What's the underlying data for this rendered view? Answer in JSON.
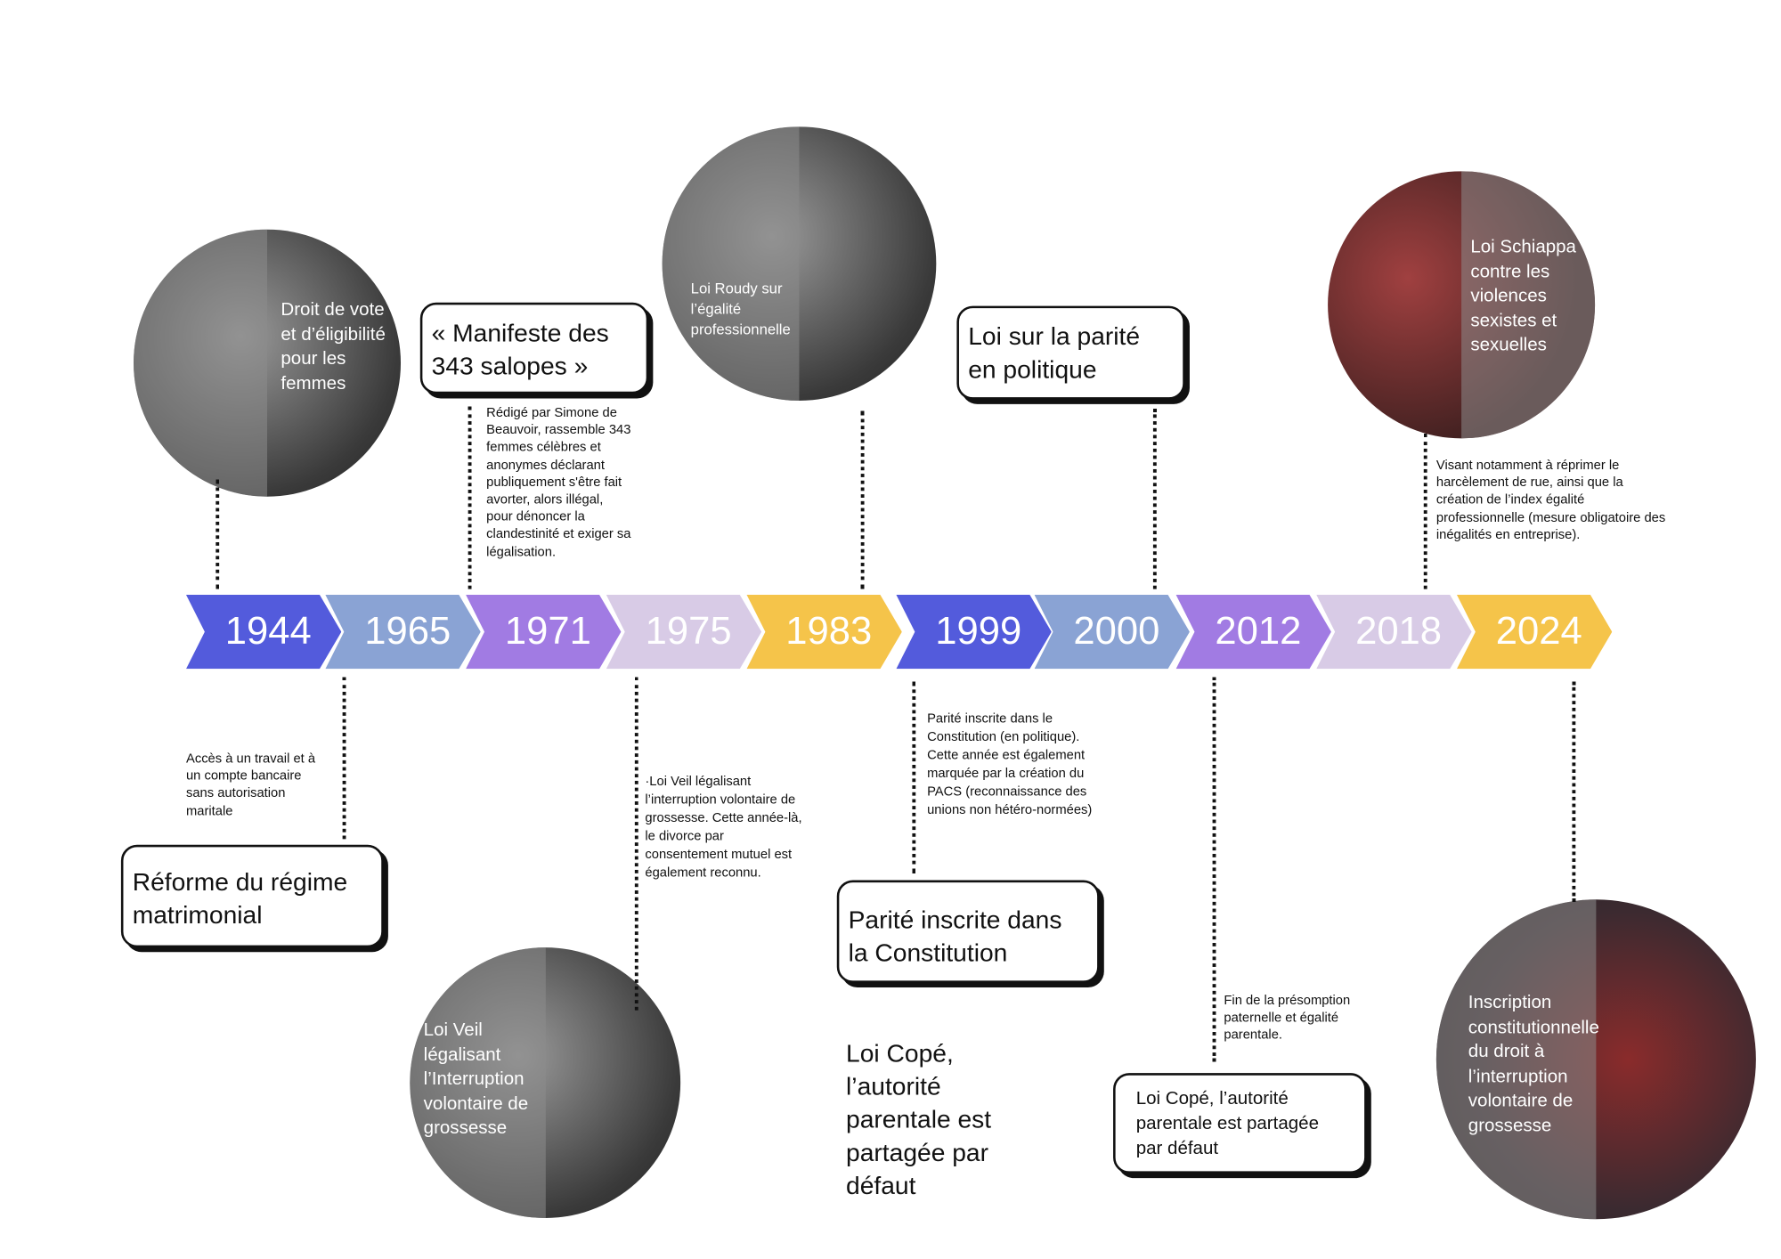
{
  "timeline": {
    "years": [
      {
        "label": "1944",
        "color": "#535bdc"
      },
      {
        "label": "1965",
        "color": "#8aa3d4"
      },
      {
        "label": "1971",
        "color": "#a17be3"
      },
      {
        "label": "1975",
        "color": "#d8cbe6"
      },
      {
        "label": "1983",
        "color": "#f5c44a"
      },
      {
        "label": "1999",
        "color": "#535bdc"
      },
      {
        "label": "2000",
        "color": "#8aa3d4"
      },
      {
        "label": "2012",
        "color": "#a17be3"
      },
      {
        "label": "2018",
        "color": "#d8cbe6"
      },
      {
        "label": "2024",
        "color": "#f5c44a"
      }
    ]
  },
  "photos": {
    "p1944": "Droit de vote et d’éligibilité pour les femmes",
    "p1983": "Loi Roudy sur l’égalité professionnelle",
    "p2018": "Loi Schiappa contre les violences sexistes et sexuelles",
    "p1975": "Loi Veil légalisant l’Interruption volontaire de grossesse",
    "p2024": "Inscription constitutionnelle du droit à l’interruption volontaire de grossesse"
  },
  "boxes": {
    "b1971": "« Manifeste des 343 salopes »",
    "b2000": "Loi sur la parité en politique",
    "b1965": "Réforme du régime matrimonial",
    "b1999": "Parité inscrite dans la Constitution",
    "b2012": "Loi Copé, l’autorité parentale est partagée par défaut"
  },
  "descriptions": {
    "d1971": "Rédigé par Simone de Beauvoir, rassemble 343 femmes célèbres et anonymes déclarant publiquement s'être fait avorter, alors illégal, pour dénoncer la clandestinité et exiger sa légalisation.",
    "d2018": "Visant notamment à réprimer le harcèlement de rue, ainsi que la création de l’index égalité professionnelle (mesure obligatoire des inégalités en entreprise).",
    "d1965": "Accès à un travail et à un compte bancaire sans autorisation maritale",
    "d1975": "·Loi Veil légalisant l’interruption volontaire de grossesse. Cette année-là, le divorce par consentement mutuel est également reconnu.",
    "d1999": "Parité inscrite dans le Constitution (en politique). Cette année est également marquée par la création du PACS (reconnaissance des unions non hétéro-normées)",
    "d2012": "Fin de la présomption paternelle et égalité parentale."
  },
  "standalone": "Loi Copé, l’autorité parentale est partagée par défaut"
}
